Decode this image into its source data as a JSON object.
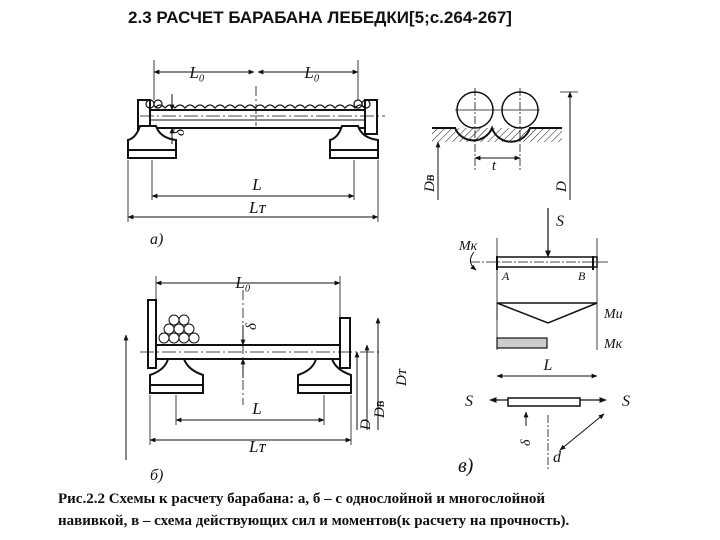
{
  "title": "2.3 РАСЧЕТ БАРАБАНА ЛЕБЕДКИ[5;с.264-267]",
  "figure_a": {
    "label": "а)",
    "dims": {
      "l0_left": "L₀",
      "l0_right": "L₀",
      "length": "L",
      "total": "Lᴛ",
      "wall": "δ",
      "drum_dia": "Dᴃ",
      "pitch": "t",
      "dia": "D"
    }
  },
  "figure_b": {
    "label": "б)",
    "dims": {
      "l0": "L₀",
      "wall": "δ",
      "length": "L",
      "total": "Lᴛ",
      "d": "D",
      "db": "Dᴃ",
      "dt": "Dᴛ"
    }
  },
  "figure_v": {
    "label": "в)",
    "labels": {
      "s_top": "S",
      "mk_left": "Mк",
      "point_a": "A",
      "point_b": "B",
      "mi": "Mи",
      "mk": "Mк",
      "length": "L",
      "s_left": "S",
      "s_right": "S",
      "wall": "δ",
      "d": "d"
    }
  },
  "caption": {
    "line1": "Рис.2.2 Схемы к расчету барабана: а, б – с однослойной и многослойной",
    "line2": "навивкой, в – схема действующих сил и моментов(к расчету на прочность)."
  }
}
